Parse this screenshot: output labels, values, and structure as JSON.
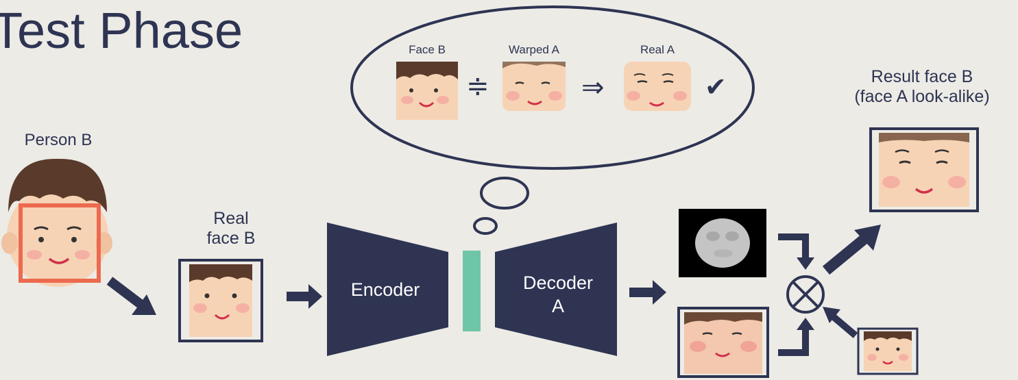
{
  "slide": {
    "title": "Test Phase"
  },
  "thought_bubble": {
    "face_b_label": "Face B",
    "warped_a_label": "Warped A",
    "real_a_label": "Real A",
    "approx_symbol": "≑",
    "implies_symbol": "⇒",
    "check_symbol": "✔"
  },
  "pipeline": {
    "person_b_label": "Person B",
    "real_face_b_label_line1": "Real",
    "real_face_b_label_line2": "face B",
    "encoder_label": "Encoder",
    "decoder_label_line1": "Decoder",
    "decoder_label_line2": "A",
    "result_label_line1": "Result face B",
    "result_label_line2": "(face A look-alike)",
    "multiply_symbol": "⊗"
  },
  "colors": {
    "navy": "#2e3452",
    "latent_teal": "#6fc5a8",
    "face_box_orange": "#ec6a4f",
    "background": "#ecebe6"
  }
}
